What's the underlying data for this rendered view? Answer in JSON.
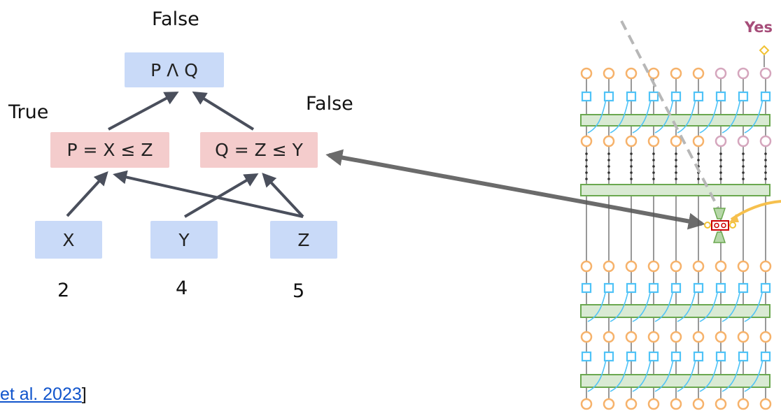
{
  "tree": {
    "root": {
      "text": "P Λ Q",
      "value": "False"
    },
    "p": {
      "text": "P = X ≤ Z",
      "value": "True"
    },
    "q": {
      "text": "Q = Z ≤ Y",
      "value": "False"
    },
    "leaves": [
      {
        "text": "X",
        "value": "2"
      },
      {
        "text": "Y",
        "value": "4"
      },
      {
        "text": "Z",
        "value": "5"
      }
    ]
  },
  "network": {
    "output_label": "Yes"
  },
  "citation": {
    "link_text": "et al. 2023",
    "close_bracket": "]"
  },
  "colors": {
    "blue_box": "#c9daf8",
    "red_box": "#f4cccc",
    "arrow": "#4a4f5c",
    "long_arrow": "#6b6b6b",
    "orange_node": "#f6b26b",
    "purple_node": "#d5a6bd",
    "cyan_node": "#4fc3f7",
    "green_bar": "#d9ead3",
    "yes_color": "#a64d79"
  }
}
